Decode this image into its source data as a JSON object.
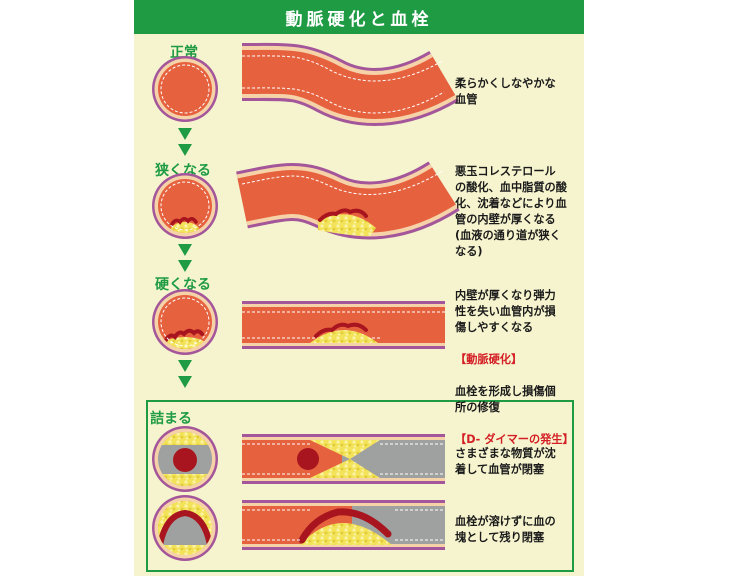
{
  "title": "動脈硬化と血栓",
  "stages": [
    {
      "label": "正常"
    },
    {
      "label": "狭くなる"
    },
    {
      "label": "硬くなる"
    },
    {
      "label": "詰まる"
    }
  ],
  "descriptions": {
    "normal": "柔らかくしなやかな\n血管",
    "narrow": "悪玉コレステロール\nの酸化、血中脂質の酸\n化、沈着などにより血\n管の内壁が厚くなる\n(血液の通り道が狭く\nなる)",
    "hard_main": "内壁が厚くなり弾力\n性を失い血管内が損\n傷しやすくなる",
    "hard_tag1": "【動脈硬化】",
    "hard_mid": "血栓を形成し損傷個\n所の修復",
    "hard_tag2": "【D- ダイマーの発生】",
    "blocked1": "さまざまな物質が沈\n着して血管が閉塞",
    "blocked2": "血栓が溶けずに血の\n塊として残り閉塞"
  },
  "colors": {
    "accent": "#1e9b43",
    "vessel_outer": "#a4569a",
    "vessel_wall": "#f6d2a8",
    "lumen": "#e6623f",
    "plaque": "#f3e35a",
    "clot": "#a8151e",
    "occluded": "#9fa0a0",
    "highlight_text": "#d41f26"
  }
}
